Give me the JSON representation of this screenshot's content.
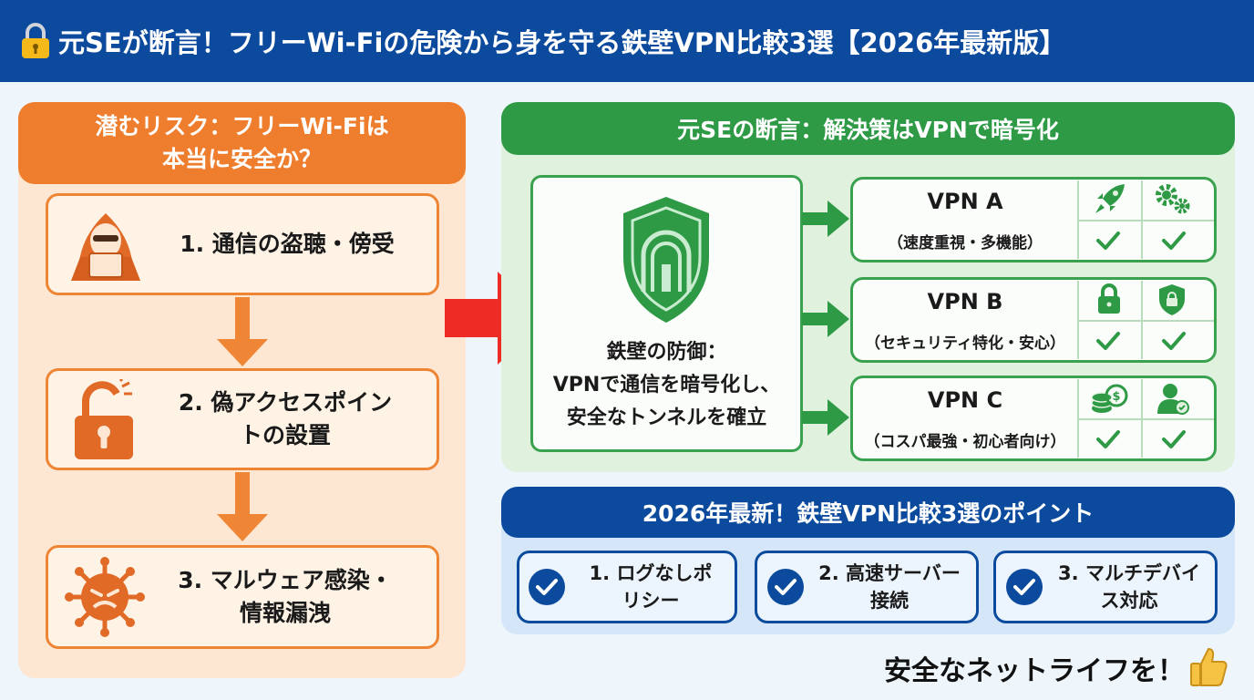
{
  "header": {
    "title": "元SEが断言！フリーWi-Fiの危険から身を守る鉄壁VPN比較3選【2026年最新版】",
    "icon": "lock-icon"
  },
  "risks": {
    "title": "潜むリスク：フリーWi-Fiは本当に安全か？",
    "items": [
      {
        "label": "1. 通信の盗聴・傍受",
        "icon": "hacker-icon"
      },
      {
        "label": "2. 偽アクセスポイントの設置",
        "icon": "broken-lock-icon"
      },
      {
        "label": "3. マルウェア感染・情報漏洩",
        "icon": "virus-icon"
      }
    ]
  },
  "solution": {
    "title": "元SEの断言：解決策はVPNで暗号化",
    "shield_text": "鉄壁の防御：\nVPNで通信を暗号化し、\n安全なトンネルを確立",
    "vpns": [
      {
        "name": "VPN A",
        "desc": "（速度重視・多機能）",
        "icons": [
          "rocket-icon",
          "gears-icon"
        ]
      },
      {
        "name": "VPN B",
        "desc": "（セキュリティ特化・安心）",
        "icons": [
          "padlock-icon",
          "shield-lock-icon"
        ]
      },
      {
        "name": "VPN C",
        "desc": "（コスパ最強・初心者向け）",
        "icons": [
          "coins-icon",
          "beginner-user-icon"
        ]
      }
    ]
  },
  "points": {
    "title": "2026年最新！鉄壁VPN比較3選のポイント",
    "items": [
      {
        "label": "1. ログなしポリシー"
      },
      {
        "label": "2. 高速サーバー接続"
      },
      {
        "label": "3. マルチデバイス対応"
      }
    ]
  },
  "footer": {
    "text": "安全なネットライフを！"
  },
  "colors": {
    "header_blue": "#0b4a9c",
    "risk_orange": "#ee7d2d",
    "solution_green": "#2f9a46",
    "arrow_red": "#ee2b24"
  }
}
